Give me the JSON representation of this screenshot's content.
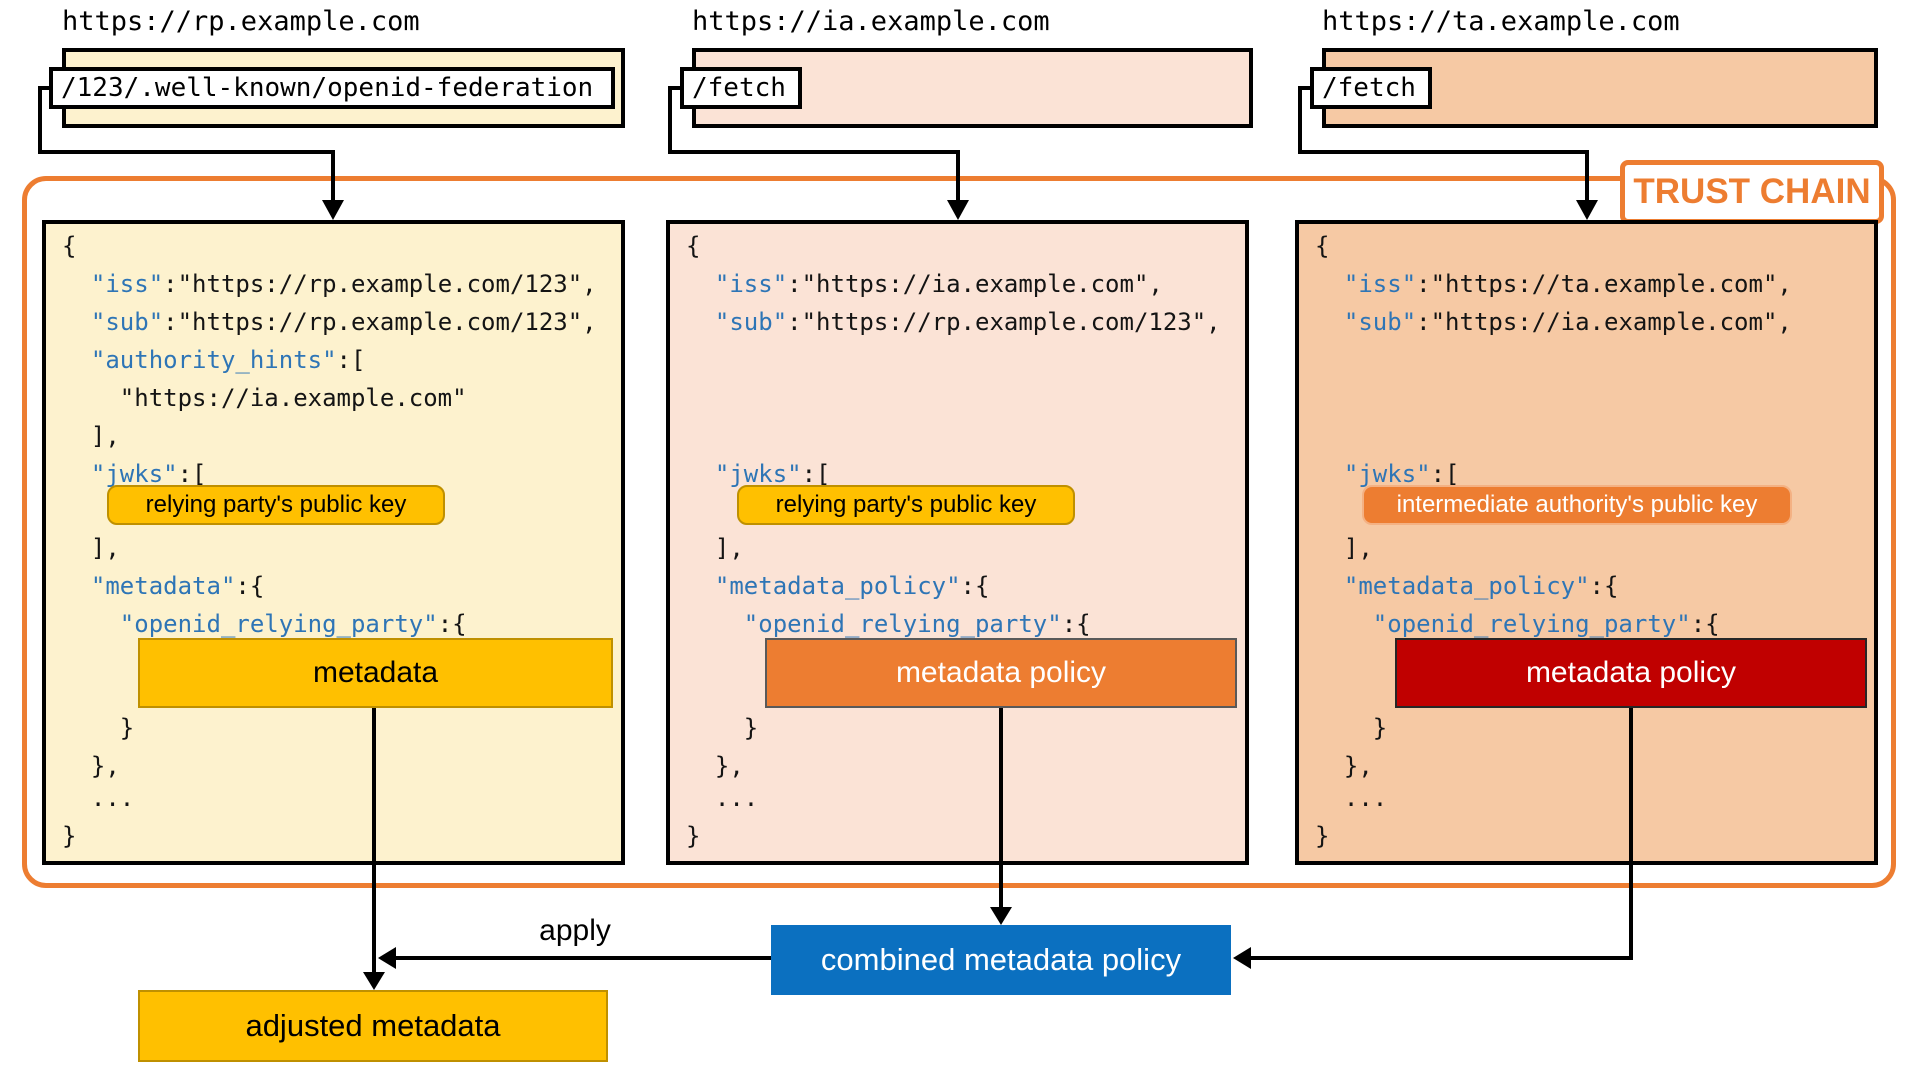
{
  "columns": [
    {
      "url": "https://rp.example.com",
      "path": "/123/.well-known/openid-federation",
      "badge": "relying party's public key",
      "chip_label": "metadata",
      "lines": [
        {
          "pre": "{"
        },
        {
          "pre": "  ",
          "key": "\"iss\"",
          "post": ":\"https://rp.example.com/123\","
        },
        {
          "pre": "  ",
          "key": "\"sub\"",
          "post": ":\"https://rp.example.com/123\","
        },
        {
          "pre": "  ",
          "key": "\"authority_hints\"",
          "post": ":["
        },
        {
          "pre": "    \"https://ia.example.com\""
        },
        {
          "pre": "  ],"
        },
        {
          "pre": "  ",
          "key": "\"jwks\"",
          "post": ":["
        },
        {
          "pre": "  ],"
        },
        {
          "pre": "  ",
          "key": "\"metadata\"",
          "post": ":{"
        },
        {
          "pre": "    ",
          "key": "\"openid_relying_party\"",
          "post": ":{"
        },
        {
          "pre": "    }"
        },
        {
          "pre": "  },"
        },
        {
          "pre": "  ..."
        },
        {
          "pre": "}"
        }
      ]
    },
    {
      "url": "https://ia.example.com",
      "path": "/fetch",
      "badge": "relying party's public key",
      "chip_label": "metadata policy",
      "lines": [
        {
          "pre": "{"
        },
        {
          "pre": "  ",
          "key": "\"iss\"",
          "post": ":\"https://ia.example.com\","
        },
        {
          "pre": "  ",
          "key": "\"sub\"",
          "post": ":\"https://rp.example.com/123\","
        },
        {
          "pre": ""
        },
        {
          "pre": ""
        },
        {
          "pre": ""
        },
        {
          "pre": "  ",
          "key": "\"jwks\"",
          "post": ":["
        },
        {
          "pre": "  ],"
        },
        {
          "pre": "  ",
          "key": "\"metadata_policy\"",
          "post": ":{"
        },
        {
          "pre": "    ",
          "key": "\"openid_relying_party\"",
          "post": ":{"
        },
        {
          "pre": "    }"
        },
        {
          "pre": "  },"
        },
        {
          "pre": "  ..."
        },
        {
          "pre": "}"
        }
      ]
    },
    {
      "url": "https://ta.example.com",
      "path": "/fetch",
      "badge": "intermediate authority's public key",
      "chip_label": "metadata policy",
      "lines": [
        {
          "pre": "{"
        },
        {
          "pre": "  ",
          "key": "\"iss\"",
          "post": ":\"https://ta.example.com\","
        },
        {
          "pre": "  ",
          "key": "\"sub\"",
          "post": ":\"https://ia.example.com\","
        },
        {
          "pre": ""
        },
        {
          "pre": ""
        },
        {
          "pre": ""
        },
        {
          "pre": "  ",
          "key": "\"jwks\"",
          "post": ":["
        },
        {
          "pre": "  ],"
        },
        {
          "pre": "  ",
          "key": "\"metadata_policy\"",
          "post": ":{"
        },
        {
          "pre": "    ",
          "key": "\"openid_relying_party\"",
          "post": ":{"
        },
        {
          "pre": "    }"
        },
        {
          "pre": "  },"
        },
        {
          "pre": "  ..."
        },
        {
          "pre": "}"
        }
      ]
    }
  ],
  "trust_chain": {
    "label": "TRUST CHAIN"
  },
  "bottom": {
    "apply_label": "apply",
    "combined_label": "combined metadata policy",
    "adjusted_label": "adjusted metadata"
  },
  "colors": {
    "accent_orange": "#ED7D31",
    "gold": "#FFC000",
    "gold_border": "#BF9000",
    "dark_red": "#C00000",
    "blue": "#0B70C0",
    "code_key_blue": "#2E75B6",
    "rp_fill": "#FDF2CE",
    "ia_fill": "#FBE3D6",
    "ta_fill": "#F6C9A4"
  }
}
